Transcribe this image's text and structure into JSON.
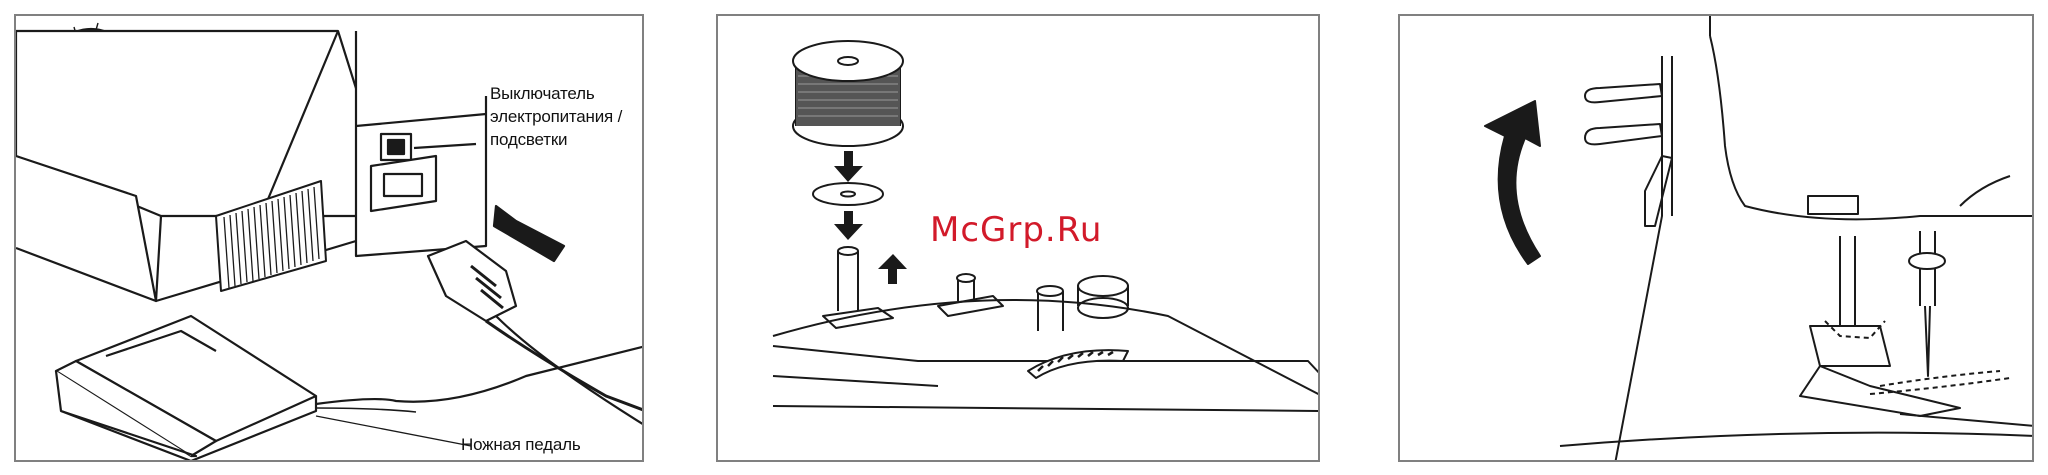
{
  "panel1": {
    "power_switch_label": "Выключатель электропитания / подсветки",
    "foot_pedal_label": "Ножная педаль"
  },
  "watermark": {
    "text": "McGrp.Ru"
  }
}
